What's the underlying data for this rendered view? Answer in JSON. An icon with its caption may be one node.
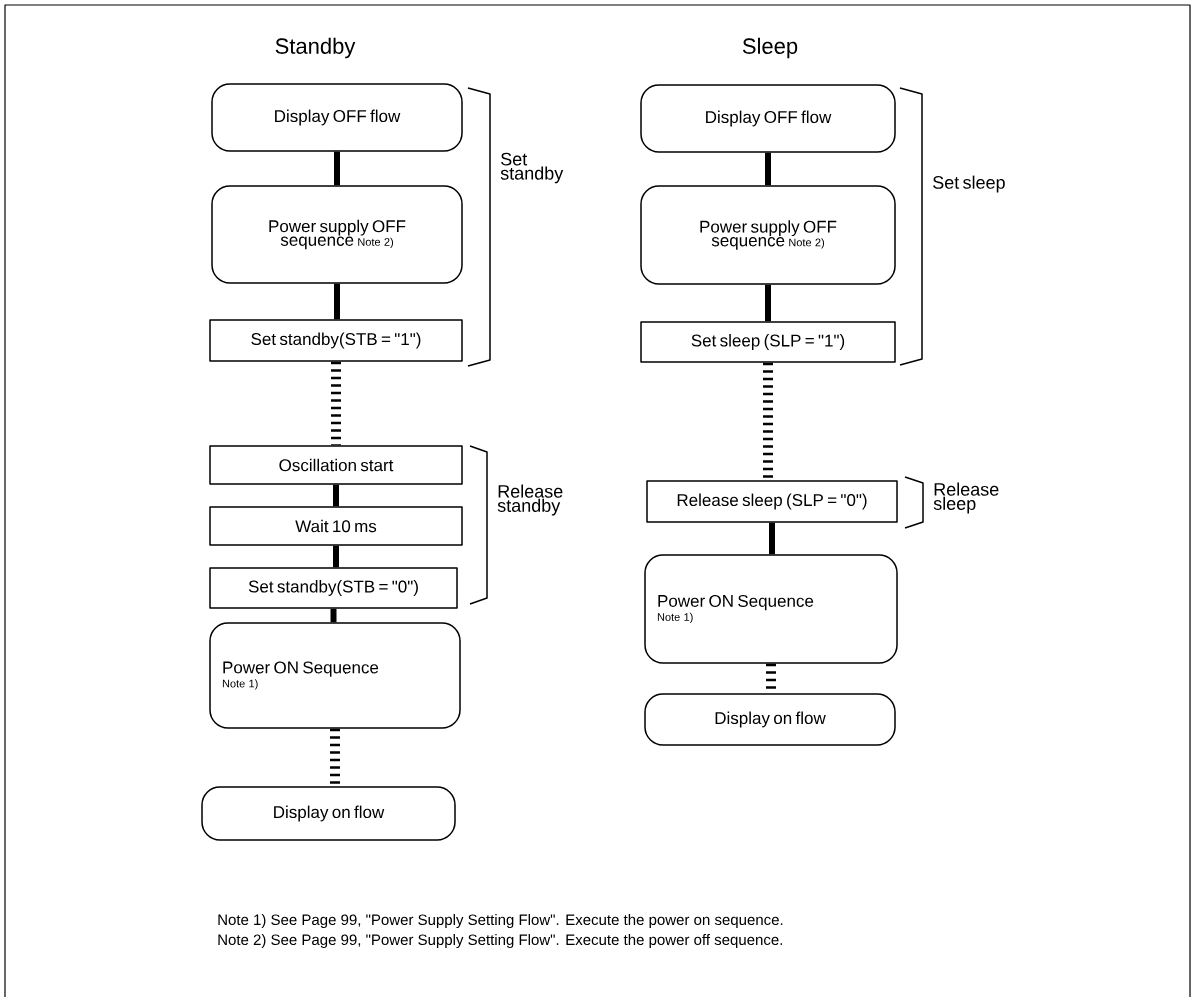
{
  "diagram": {
    "nodes": [
      {
        "text": [
          "Display OFF flow"
        ]
      },
      {
        "text": [
          "Power supply OFF sequence",
          "Note 2)"
        ]
      },
      {
        "text": [
          "Set standby(STB = \"1\")"
        ]
      },
      {
        "text": [
          "Oscillation start"
        ]
      },
      {
        "text": [
          "Wait 10 ms"
        ]
      },
      {
        "text": [
          "Set standby(STB = \"0\")"
        ]
      },
      {
        "text": [
          "Power ON Sequence",
          "Note 1)"
        ]
      },
      {
        "text": [
          "Display on flow"
        ]
      },
      {
        "text": [
          "Display OFF flow"
        ]
      },
      {
        "text": [
          "Power supply OFF sequence",
          "Note 2)"
        ]
      },
      {
        "text": [
          "Set sleep (SLP = \"1\")"
        ]
      },
      {
        "text": [
          "Release sleep (SLP = \"0\")"
        ]
      },
      {
        "text": [
          "Power ON Sequence",
          "Note 1)"
        ]
      },
      {
        "text": [
          "Display on flow"
        ]
      }
    ],
    "edges": [
      {
        "from": 0,
        "to": 1,
        "arrow": "none"
      },
      {
        "from": 1,
        "to": 2,
        "arrow": "none"
      },
      {
        "from": 2,
        "to": 3,
        "arrow": "none",
        "style": "dashed"
      },
      {
        "from": 3,
        "to": 4,
        "arrow": "none"
      },
      {
        "from": 4,
        "to": 5,
        "arrow": "none"
      },
      {
        "from": 5,
        "to": 6,
        "arrow": "none"
      },
      {
        "from": 6,
        "to": 7,
        "arrow": "none",
        "style": "dashed"
      },
      {
        "from": 8,
        "to": 9,
        "arrow": "none"
      },
      {
        "from": 9,
        "to": 10,
        "arrow": "none"
      },
      {
        "from": 10,
        "to": 11,
        "arrow": "none",
        "style": "dashed"
      },
      {
        "from": 11,
        "to": 12,
        "arrow": "none"
      },
      {
        "from": 12,
        "to": 13,
        "arrow": "none",
        "style": "dashed"
      }
    ],
    "labels": [
      "Standby",
      "Sleep",
      "Set standby",
      "Release standby",
      "Set sleep",
      "Release sleep",
      "Note 1) See Page 99, \"Power Supply Setting Flow\".  Execute the power on sequence.",
      "Note 2) See Page 99, \"Power Supply Setting Flow\".  Execute the power off sequence."
    ]
  }
}
